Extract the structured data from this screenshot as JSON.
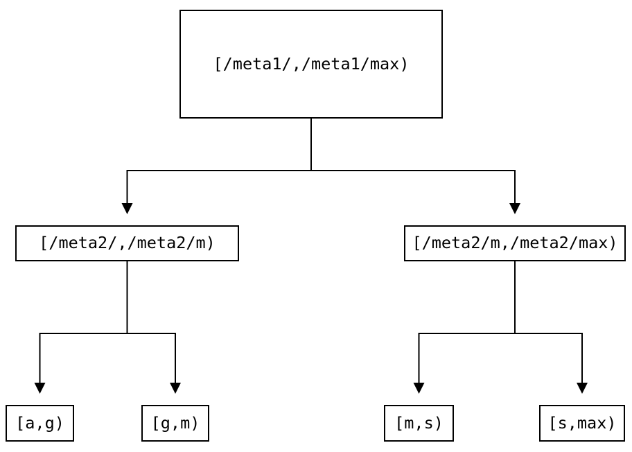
{
  "diagram": {
    "type": "tree",
    "background_color": "#ffffff",
    "line_color": "#000000",
    "text_color": "#000000",
    "nodes": [
      {
        "id": "root",
        "level": 1,
        "label": "[/meta1/,/meta1/max)"
      },
      {
        "id": "meta2-low",
        "level": 2,
        "label": "[/meta2/,/meta2/m)"
      },
      {
        "id": "meta2-high",
        "level": 2,
        "label": "[/meta2/m,/meta2/max)"
      },
      {
        "id": "leaf-ag",
        "level": 3,
        "label": "[a,g)"
      },
      {
        "id": "leaf-gm",
        "level": 3,
        "label": "[g,m)"
      },
      {
        "id": "leaf-ms",
        "level": 3,
        "label": "[m,s)"
      },
      {
        "id": "leaf-smax",
        "level": 3,
        "label": "[s,max)"
      }
    ],
    "edges": [
      {
        "from": "root",
        "to": "meta2-low"
      },
      {
        "from": "root",
        "to": "meta2-high"
      },
      {
        "from": "meta2-low",
        "to": "leaf-ag"
      },
      {
        "from": "meta2-low",
        "to": "leaf-gm"
      },
      {
        "from": "meta2-high",
        "to": "leaf-ms"
      },
      {
        "from": "meta2-high",
        "to": "leaf-smax"
      }
    ]
  }
}
